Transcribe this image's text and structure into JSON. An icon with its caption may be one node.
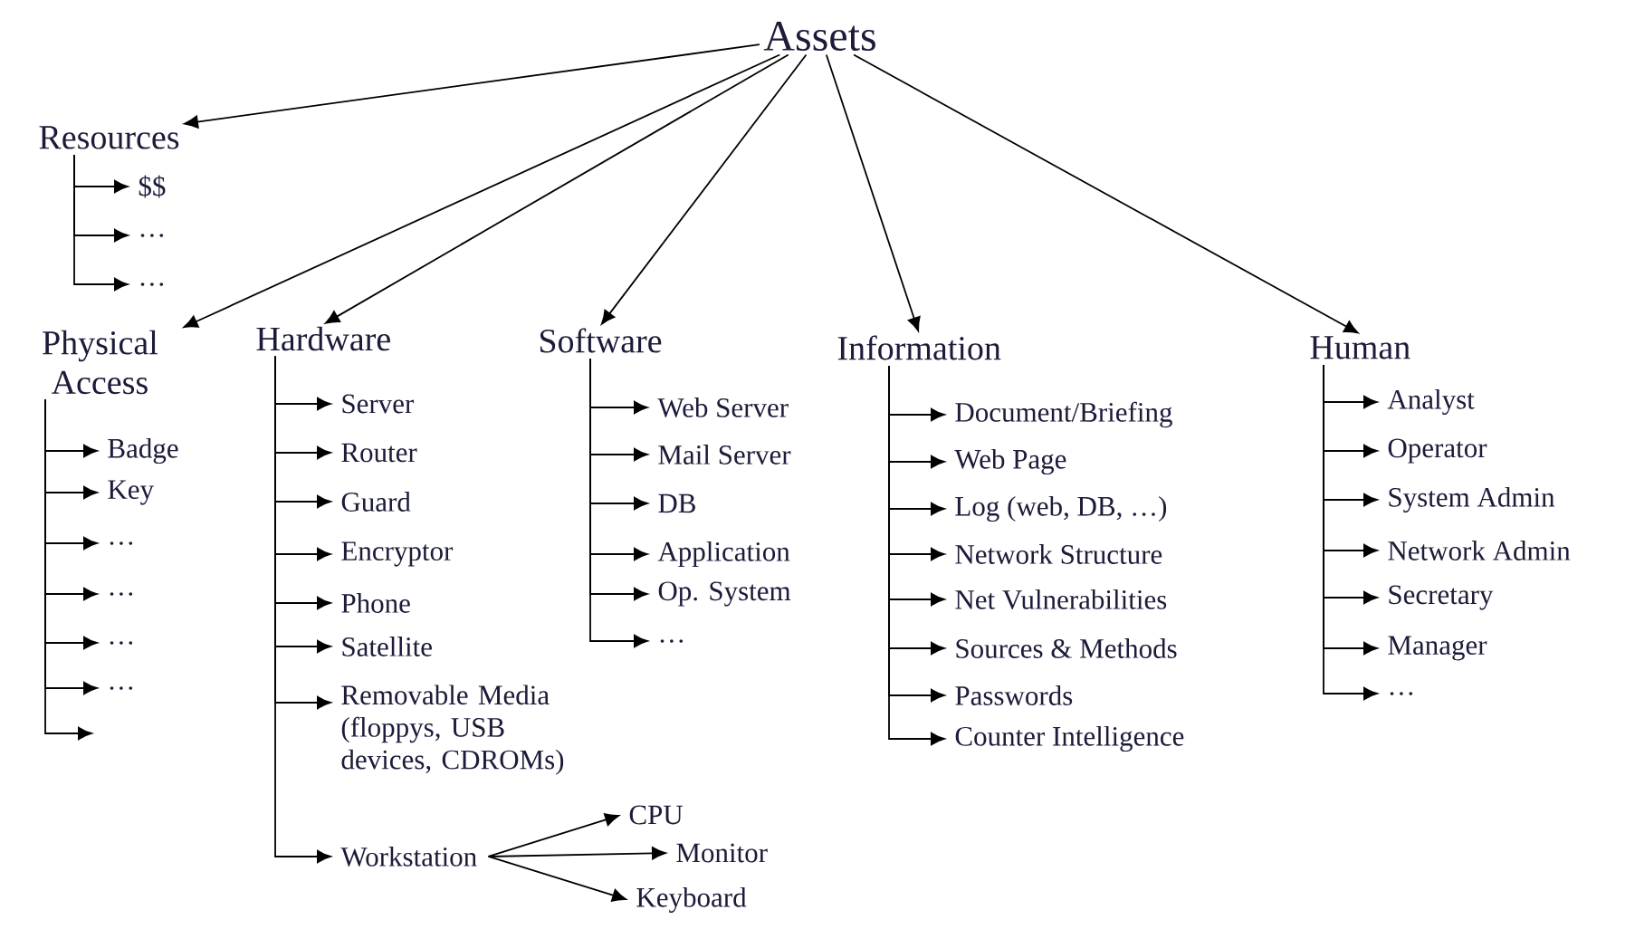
{
  "diagram": {
    "nodes": [
      {
        "text": [
          "Assets"
        ]
      },
      {
        "text": [
          "Resources"
        ]
      },
      {
        "text": [
          "$$"
        ]
      },
      {
        "text": [
          "…"
        ]
      },
      {
        "text": [
          "…"
        ]
      },
      {
        "text": [
          "Physical Access"
        ]
      },
      {
        "text": [
          "Badge"
        ]
      },
      {
        "text": [
          "Key"
        ]
      },
      {
        "text": [
          "…"
        ]
      },
      {
        "text": [
          "…"
        ]
      },
      {
        "text": [
          "…"
        ]
      },
      {
        "text": [
          "…"
        ]
      },
      {
        "text": [
          "Hardware"
        ]
      },
      {
        "text": [
          "Server"
        ]
      },
      {
        "text": [
          "Router"
        ]
      },
      {
        "text": [
          "Guard"
        ]
      },
      {
        "text": [
          "Encryptor"
        ]
      },
      {
        "text": [
          "Phone"
        ]
      },
      {
        "text": [
          "Satellite"
        ]
      },
      {
        "text": [
          "Removable Media (floppys, USB devices, CDROMs)"
        ]
      },
      {
        "text": [
          "Workstation"
        ]
      },
      {
        "text": [
          "CPU"
        ]
      },
      {
        "text": [
          "Monitor"
        ]
      },
      {
        "text": [
          "Keyboard"
        ]
      },
      {
        "text": [
          "Software"
        ]
      },
      {
        "text": [
          "Web Server"
        ]
      },
      {
        "text": [
          "Mail Server"
        ]
      },
      {
        "text": [
          "DB"
        ]
      },
      {
        "text": [
          "Application"
        ]
      },
      {
        "text": [
          "Op. System"
        ]
      },
      {
        "text": [
          "…"
        ]
      },
      {
        "text": [
          "Information"
        ]
      },
      {
        "text": [
          "Document/Briefing"
        ]
      },
      {
        "text": [
          "Web Page"
        ]
      },
      {
        "text": [
          "Log (web, DB, …)"
        ]
      },
      {
        "text": [
          "Network Structure"
        ]
      },
      {
        "text": [
          "Net Vulnerabilities"
        ]
      },
      {
        "text": [
          "Sources & Methods"
        ]
      },
      {
        "text": [
          "Passwords"
        ]
      },
      {
        "text": [
          "Counter Intelligence"
        ]
      },
      {
        "text": [
          "Human"
        ]
      },
      {
        "text": [
          "Analyst"
        ]
      },
      {
        "text": [
          "Operator"
        ]
      },
      {
        "text": [
          "System Admin"
        ]
      },
      {
        "text": [
          "Network Admin"
        ]
      },
      {
        "text": [
          "Secretary"
        ]
      },
      {
        "text": [
          "Manager"
        ]
      },
      {
        "text": [
          "…"
        ]
      }
    ],
    "edges": [
      {
        "from": 0,
        "to": 1,
        "arrow": "to"
      },
      {
        "from": 0,
        "to": 5,
        "arrow": "to"
      },
      {
        "from": 0,
        "to": 12,
        "arrow": "to"
      },
      {
        "from": 0,
        "to": 24,
        "arrow": "to"
      },
      {
        "from": 0,
        "to": 31,
        "arrow": "to"
      },
      {
        "from": 0,
        "to": 40,
        "arrow": "to"
      },
      {
        "from": 1,
        "to": 2,
        "arrow": "to"
      },
      {
        "from": 1,
        "to": 3,
        "arrow": "to"
      },
      {
        "from": 1,
        "to": 4,
        "arrow": "to"
      },
      {
        "from": 5,
        "to": 6,
        "arrow": "to"
      },
      {
        "from": 5,
        "to": 7,
        "arrow": "to"
      },
      {
        "from": 5,
        "to": 8,
        "arrow": "to"
      },
      {
        "from": 5,
        "to": 9,
        "arrow": "to"
      },
      {
        "from": 5,
        "to": 10,
        "arrow": "to"
      },
      {
        "from": 5,
        "to": 11,
        "arrow": "to"
      },
      {
        "from": 5,
        "to": null,
        "arrow": "to"
      },
      {
        "from": 12,
        "to": 13,
        "arrow": "to"
      },
      {
        "from": 12,
        "to": 14,
        "arrow": "to"
      },
      {
        "from": 12,
        "to": 15,
        "arrow": "to"
      },
      {
        "from": 12,
        "to": 16,
        "arrow": "to"
      },
      {
        "from": 12,
        "to": 17,
        "arrow": "to"
      },
      {
        "from": 12,
        "to": 18,
        "arrow": "to"
      },
      {
        "from": 12,
        "to": 19,
        "arrow": "to"
      },
      {
        "from": 12,
        "to": 20,
        "arrow": "to"
      },
      {
        "from": 20,
        "to": 21,
        "arrow": "to"
      },
      {
        "from": 20,
        "to": 22,
        "arrow": "to"
      },
      {
        "from": 20,
        "to": 23,
        "arrow": "to"
      },
      {
        "from": 24,
        "to": 25,
        "arrow": "to"
      },
      {
        "from": 24,
        "to": 26,
        "arrow": "to"
      },
      {
        "from": 24,
        "to": 27,
        "arrow": "to"
      },
      {
        "from": 24,
        "to": 28,
        "arrow": "to"
      },
      {
        "from": 24,
        "to": 29,
        "arrow": "to"
      },
      {
        "from": 24,
        "to": 30,
        "arrow": "to"
      },
      {
        "from": 31,
        "to": 32,
        "arrow": "to"
      },
      {
        "from": 31,
        "to": 33,
        "arrow": "to"
      },
      {
        "from": 31,
        "to": 34,
        "arrow": "to"
      },
      {
        "from": 31,
        "to": 35,
        "arrow": "to"
      },
      {
        "from": 31,
        "to": 36,
        "arrow": "to"
      },
      {
        "from": 31,
        "to": 37,
        "arrow": "to"
      },
      {
        "from": 31,
        "to": 38,
        "arrow": "to"
      },
      {
        "from": 31,
        "to": 39,
        "arrow": "to"
      },
      {
        "from": 40,
        "to": 41,
        "arrow": "to"
      },
      {
        "from": 40,
        "to": 42,
        "arrow": "to"
      },
      {
        "from": 40,
        "to": 43,
        "arrow": "to"
      },
      {
        "from": 40,
        "to": 44,
        "arrow": "to"
      },
      {
        "from": 40,
        "to": 45,
        "arrow": "to"
      },
      {
        "from": 40,
        "to": 46,
        "arrow": "to"
      },
      {
        "from": 40,
        "to": 47,
        "arrow": "to"
      }
    ]
  }
}
